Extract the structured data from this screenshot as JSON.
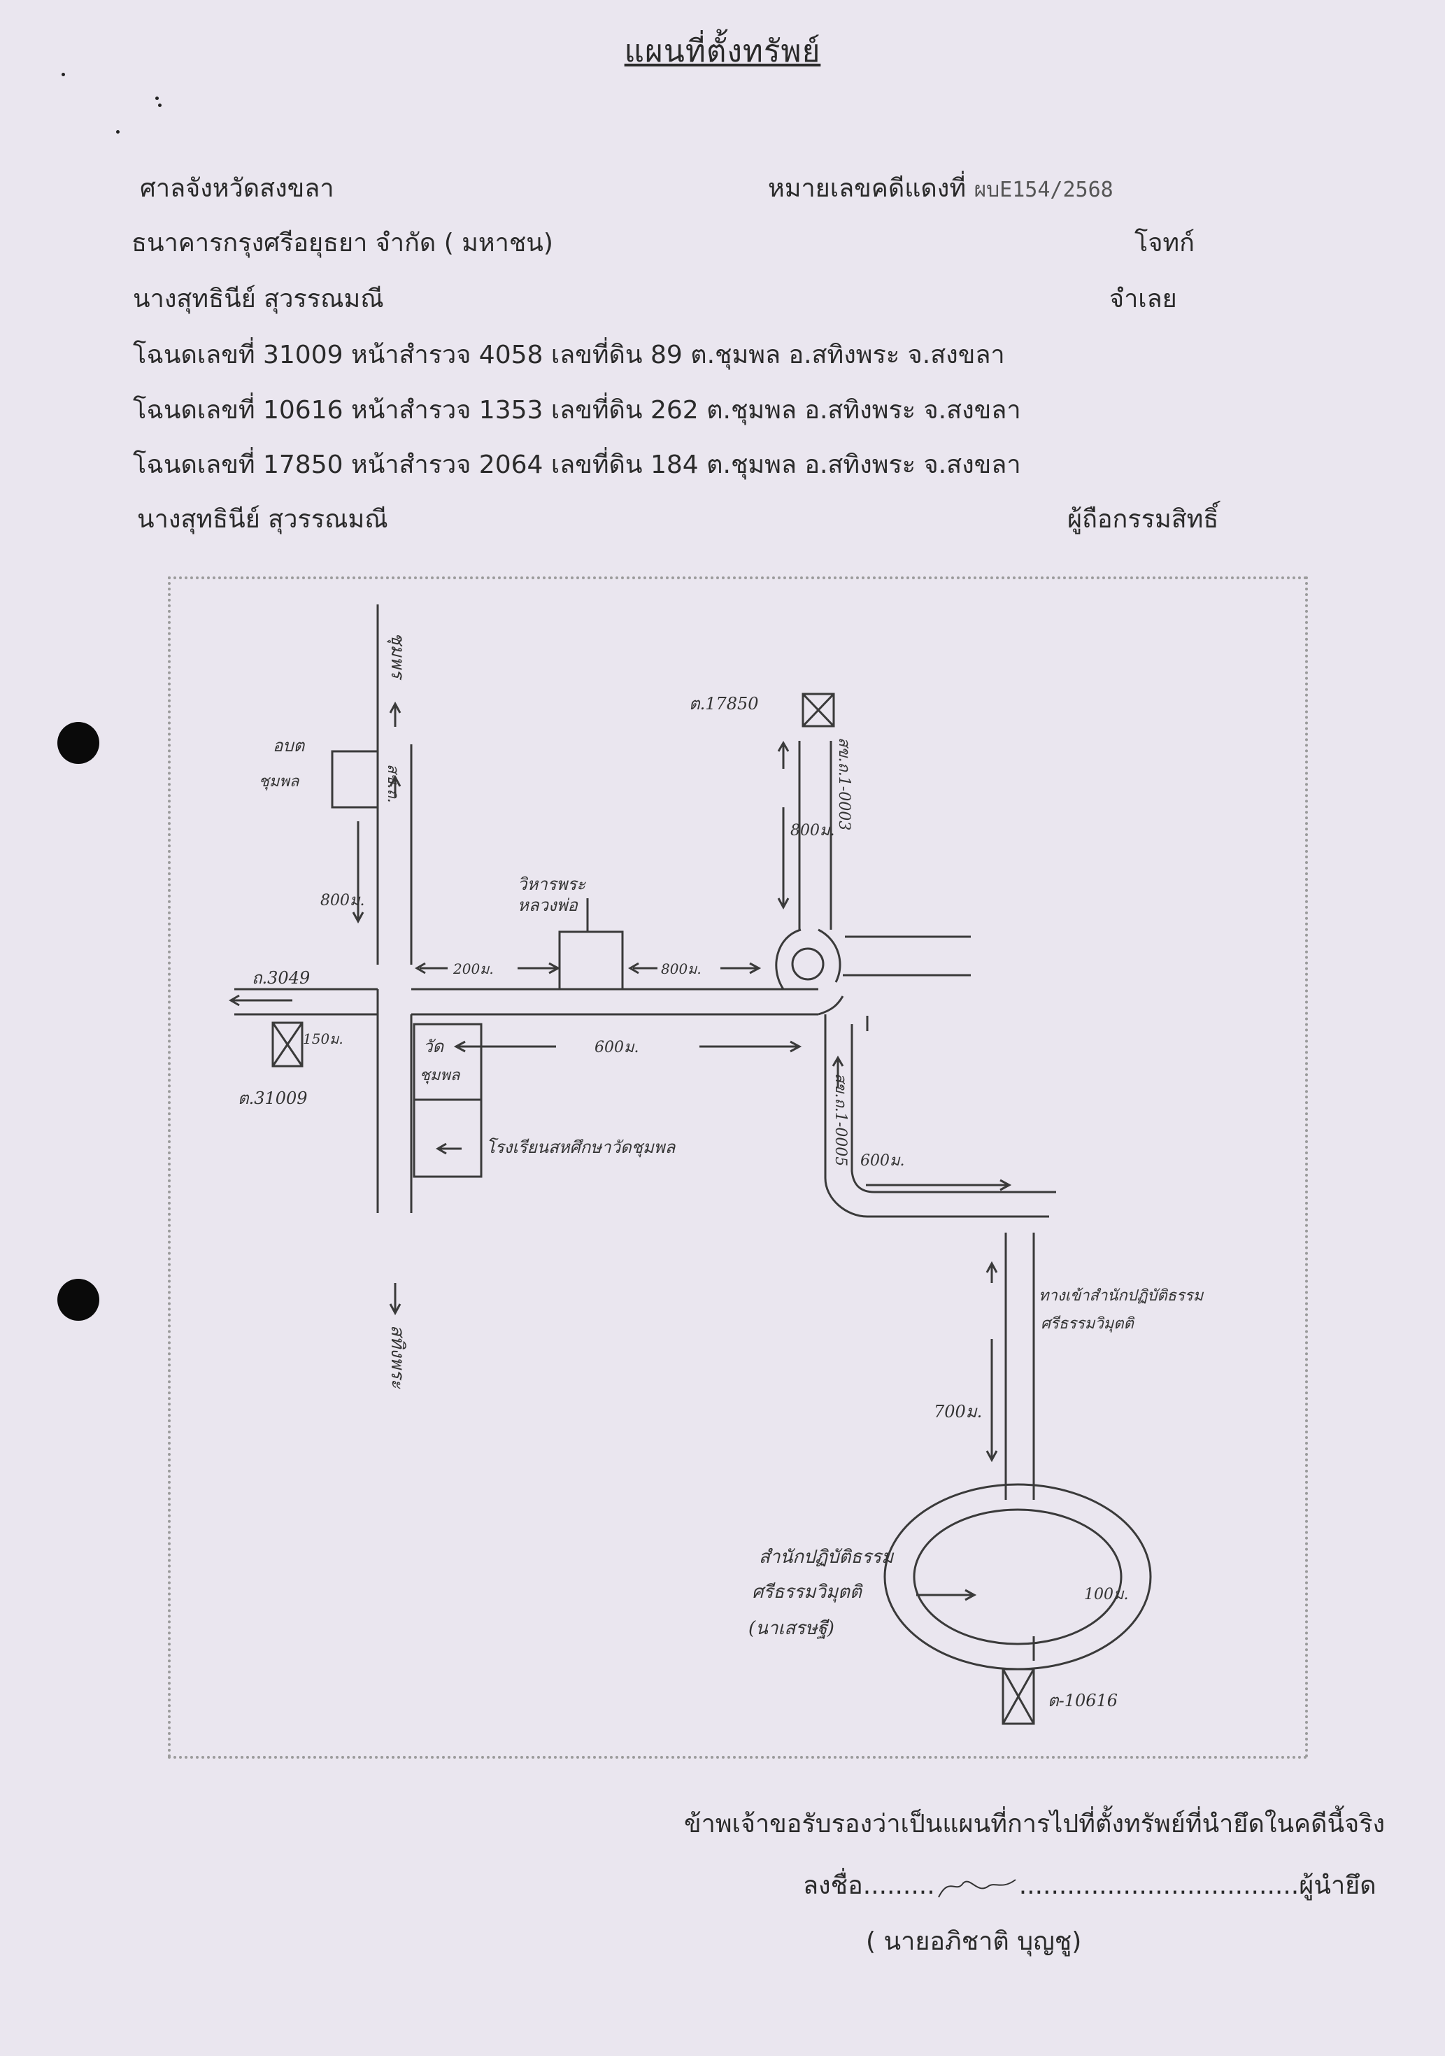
{
  "title": "แผนที่ตั้งทรัพย์",
  "header": {
    "court": "ศาลจังหวัดสงขลา",
    "case_label": "หมายเลขคดีแดงที่",
    "case_number": "ผบE154/2568",
    "plaintiff_name": "ธนาคารกรุงศรีอยุธยา จำกัด ( มหาชน)",
    "plaintiff_role": "โจทก์",
    "defendant_name": "นางสุทธินีย์   สุวรรณมณี",
    "defendant_role": "จำเลย",
    "deeds": [
      "โฉนดเลขที่  31009 หน้าสำรวจ   4058 เลขที่ดิน 89 ต.ชุมพล อ.สทิงพระ จ.สงขลา",
      "โฉนดเลขที่  10616 หน้าสำรวจ   1353 เลขที่ดิน 262 ต.ชุมพล อ.สทิงพระ จ.สงขลา",
      "โฉนดเลขที่  17850 หน้าสำรวจ   2064 เลขที่ดิน 184 ต.ชุมพล อ.สทิงพระ จ.สงขลา"
    ],
    "owner_name": "นางสุทธินีย์   สุวรรณมณี",
    "owner_role": "ผู้ถือกรรมสิทธิ์"
  },
  "map": {
    "labels": {
      "to_north": "ชุมพร",
      "to_south": "สทิงพระ",
      "obt": "อบต",
      "obt2": "ชุมพล",
      "road_3049": "ถ.3049",
      "plot_31009": "ต.31009",
      "plot_17850": "ต.17850",
      "plot_10616": "ต-10616",
      "wat1": "วัด",
      "wat2": "ชุมพล",
      "temple_hall1": "วิหารพระ",
      "temple_hall2": "หลวงพ่อ",
      "school": "โรงเรียนสหศึกษาวัดชุมพล",
      "center1": "สำนักปฏิบัติธรรม",
      "center2": "ศรีธรรมวิมุตติ",
      "center3": "(นาเสรษฐี)",
      "entrance1": "ทางเข้าสำนักปฏิบัติธรรม",
      "entrance2": "ศรีธรรมวิมุตติ",
      "road_a": "สข.ถ.1-0003",
      "road_b": "สข.ถ.1-0005",
      "road_c": "สข.ถ.",
      "d1": "800ม.",
      "d2": "200ม.",
      "d3": "800ม.",
      "d4": "600ม.",
      "d5": "800ม.",
      "d6": "600ม.",
      "d7": "700ม.",
      "d8": "100ม.",
      "d9": "150ม."
    }
  },
  "certification": "ข้าพเจ้าขอรับรองว่าเป็นแผนที่การไปที่ตั้งทรัพย์ที่นำยึดในคดีนี้จริง",
  "sign_label": "ลงชื่อ",
  "sign_role": "ผู้นำยึด",
  "signer": "( นายอภิชาติ  บุญชู)"
}
